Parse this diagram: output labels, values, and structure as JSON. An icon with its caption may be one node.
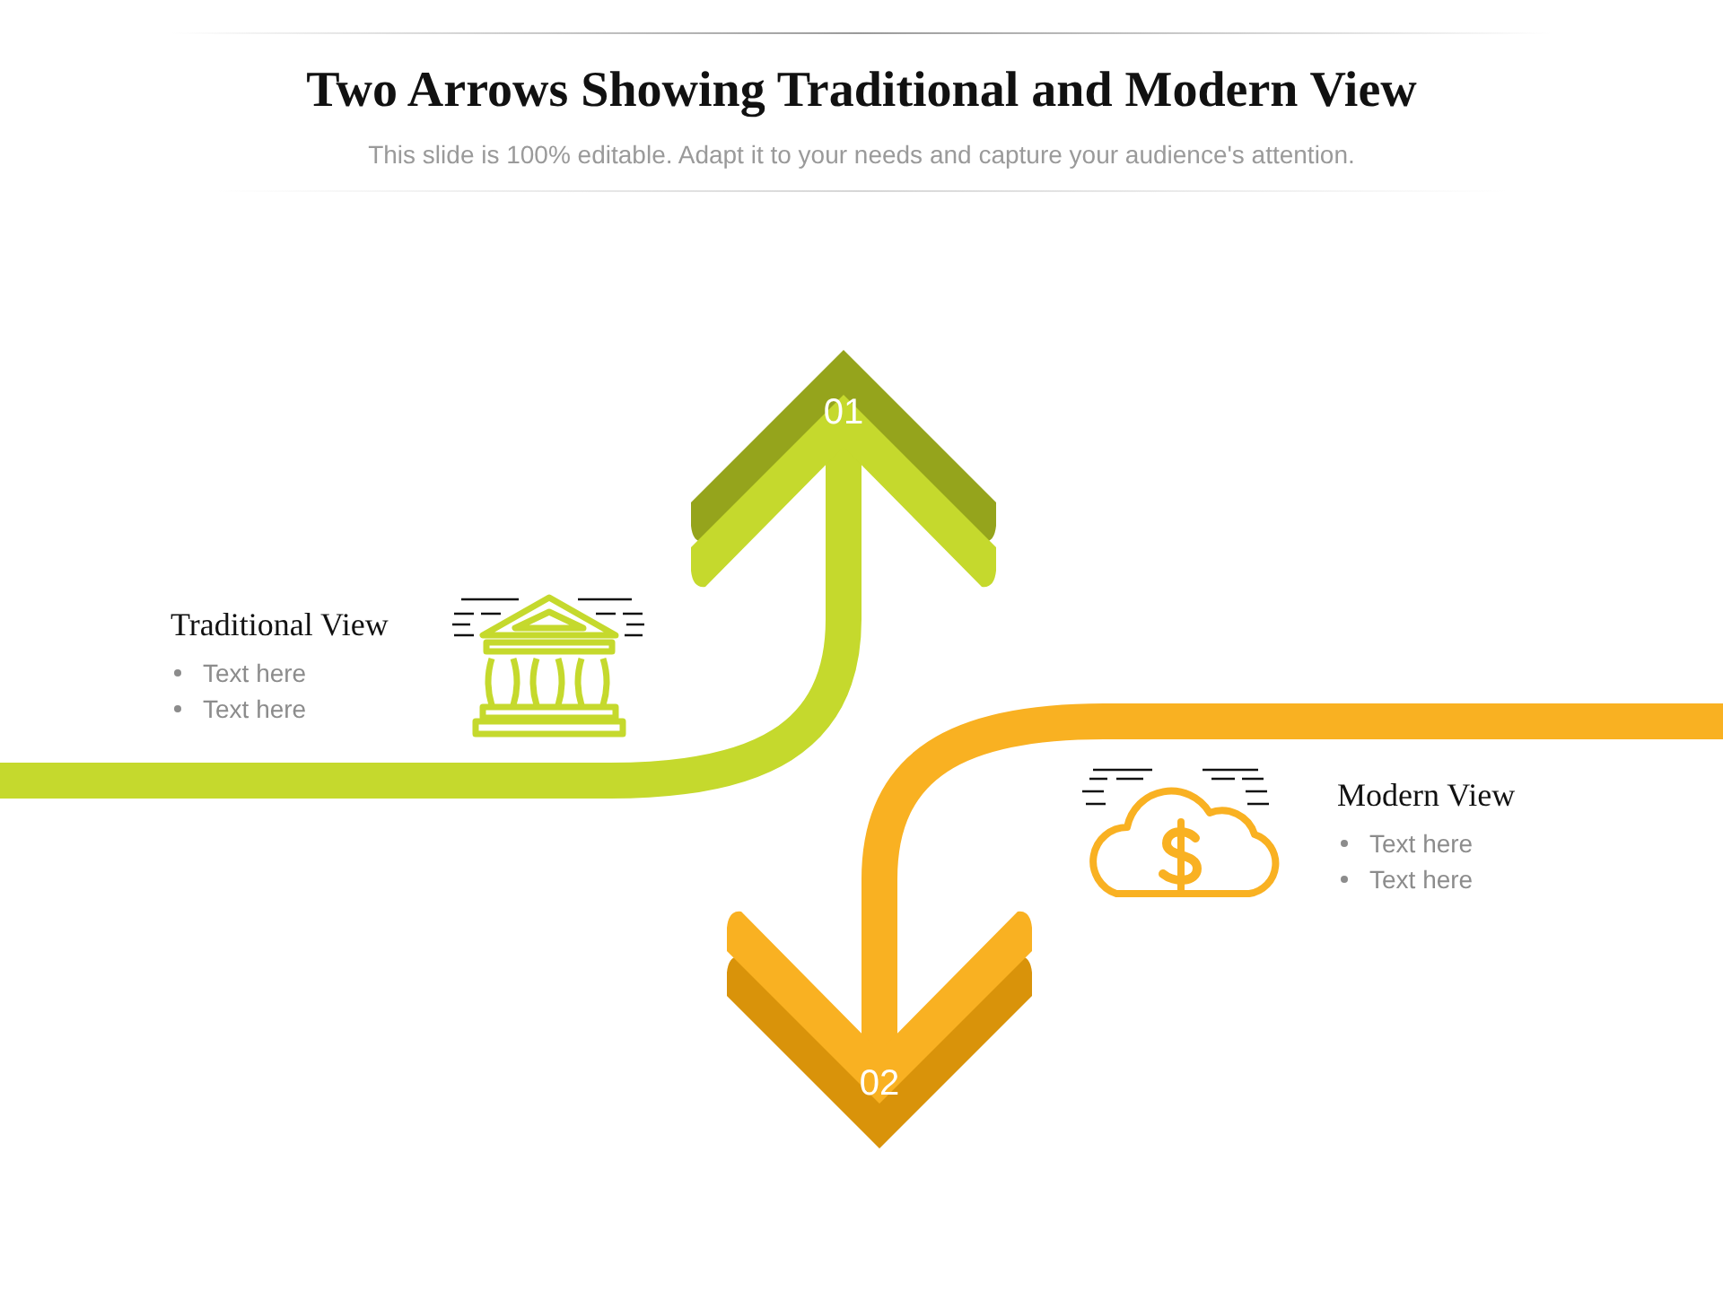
{
  "diagram": {
    "title": "Two Arrows Showing Traditional and Modern View",
    "nodes": [
      {
        "text": [
          "01"
        ]
      },
      {
        "text": [
          "02"
        ]
      }
    ],
    "edges": [
      {
        "from": null,
        "to": 0,
        "arrow": "none",
        "color": "#c5d92d"
      },
      {
        "from": null,
        "to": 1,
        "arrow": "none",
        "color": "#f9b122"
      }
    ],
    "labels": [
      "This slide is 100% editable. Adapt it to your needs and capture your audience's attention.",
      "Traditional View",
      "Text here",
      "Text here",
      "Modern View",
      "Text here",
      "Text here"
    ]
  }
}
